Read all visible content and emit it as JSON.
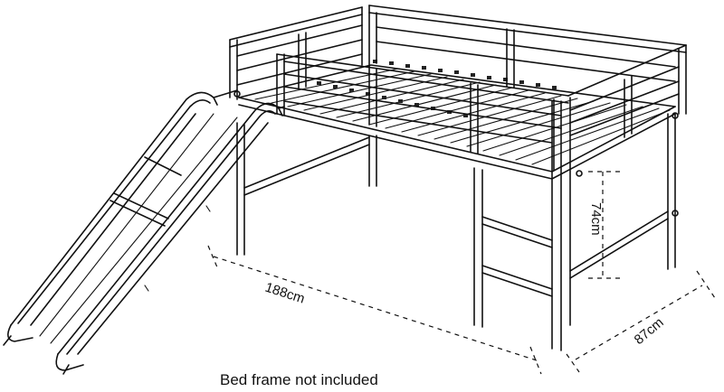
{
  "dimensions": {
    "length": "188cm",
    "depth": "87cm",
    "height": "74cm"
  },
  "caption": "Bed frame not included",
  "colors": {
    "line": "#111111",
    "background": "#ffffff"
  }
}
